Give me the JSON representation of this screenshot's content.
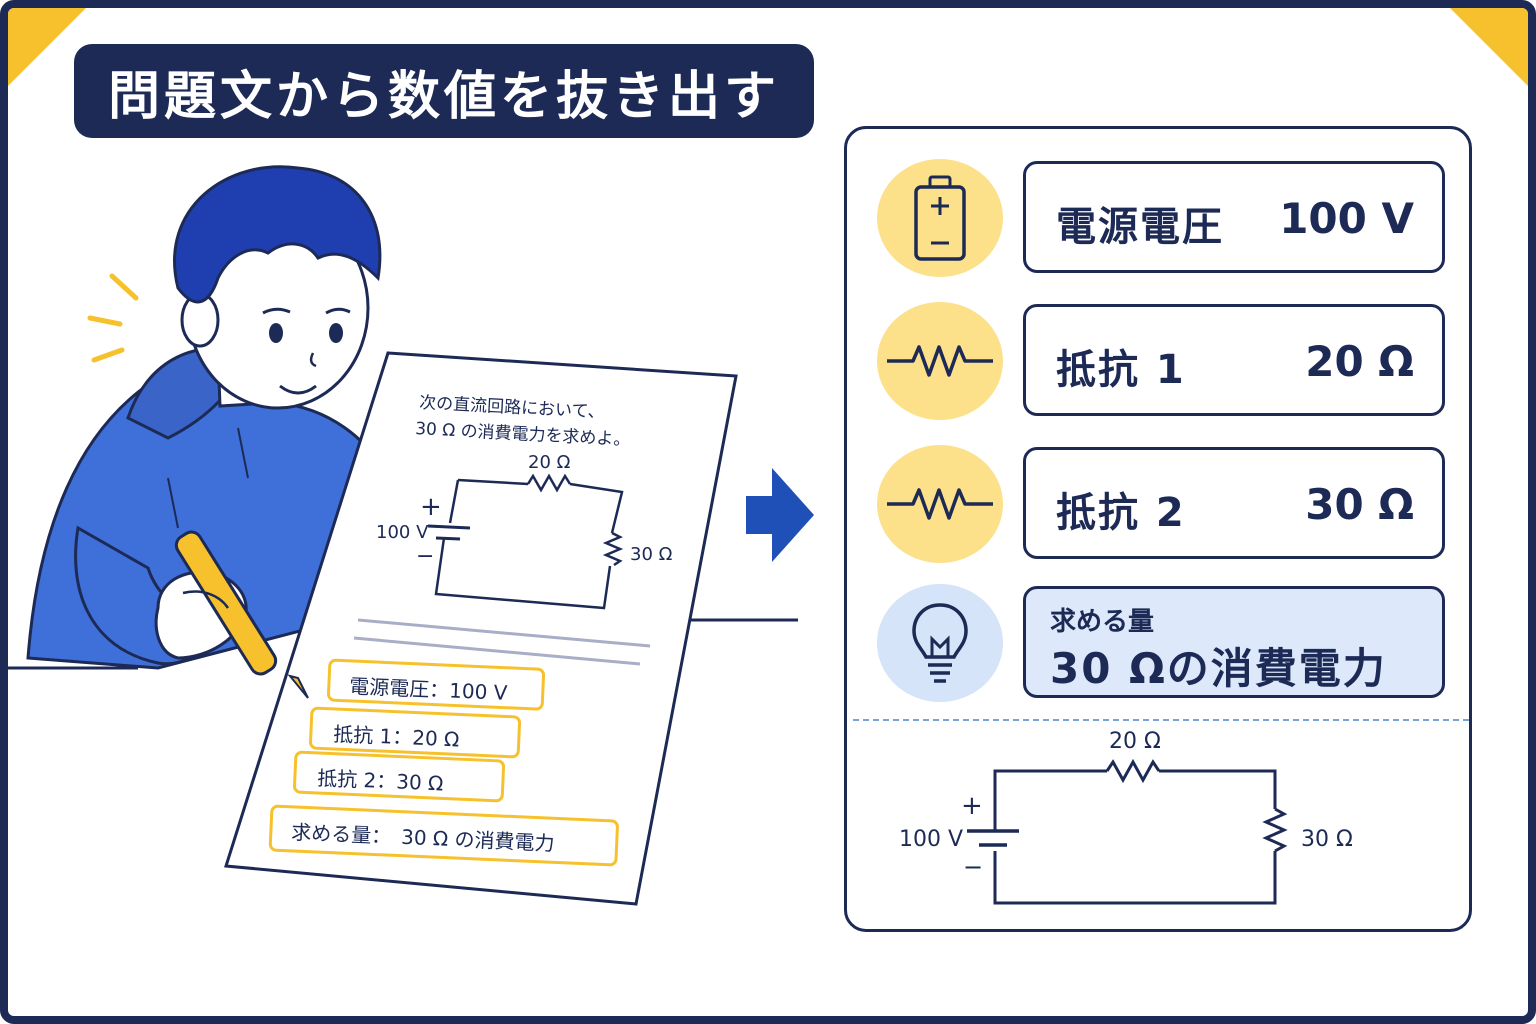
{
  "title": "問題文から数値を抜き出す",
  "paper": {
    "question_line1": "次の直流回路において、",
    "question_line2": "30 Ω の消費電力を求めよ。",
    "circuit": {
      "plus": "+",
      "minus": "−",
      "voltage_label": "100 V",
      "r1_label": "20 Ω",
      "r2_label": "30 Ω"
    },
    "highlights": [
      "電源電圧：100 V",
      "抵抗 1：20 Ω",
      "抵抗 2：30 Ω",
      "求める量：　30 Ω の消費電力"
    ]
  },
  "panel": {
    "rows": [
      {
        "icon": "battery-icon",
        "label": "電源電圧",
        "value": "100 V"
      },
      {
        "icon": "resistor-icon",
        "label": "抵抗 1",
        "value": "20 Ω"
      },
      {
        "icon": "resistor-icon",
        "label": "抵抗 2",
        "value": "30 Ω"
      }
    ],
    "target": {
      "icon": "light-bulb-icon",
      "label": "求める量",
      "value": "30 Ωの消費電力"
    },
    "circuit": {
      "plus": "+",
      "minus": "−",
      "voltage_label": "100 V",
      "r1_label": "20 Ω",
      "r2_label": "30 Ω"
    }
  },
  "colors": {
    "navy": "#1c2a55",
    "accent_yellow": "#f6c12c",
    "hoodie_blue": "#3f6fd8",
    "arrow_blue": "#1f50b8",
    "icon_yellow": "#fde08a",
    "icon_blue": "#d5e4f8"
  }
}
